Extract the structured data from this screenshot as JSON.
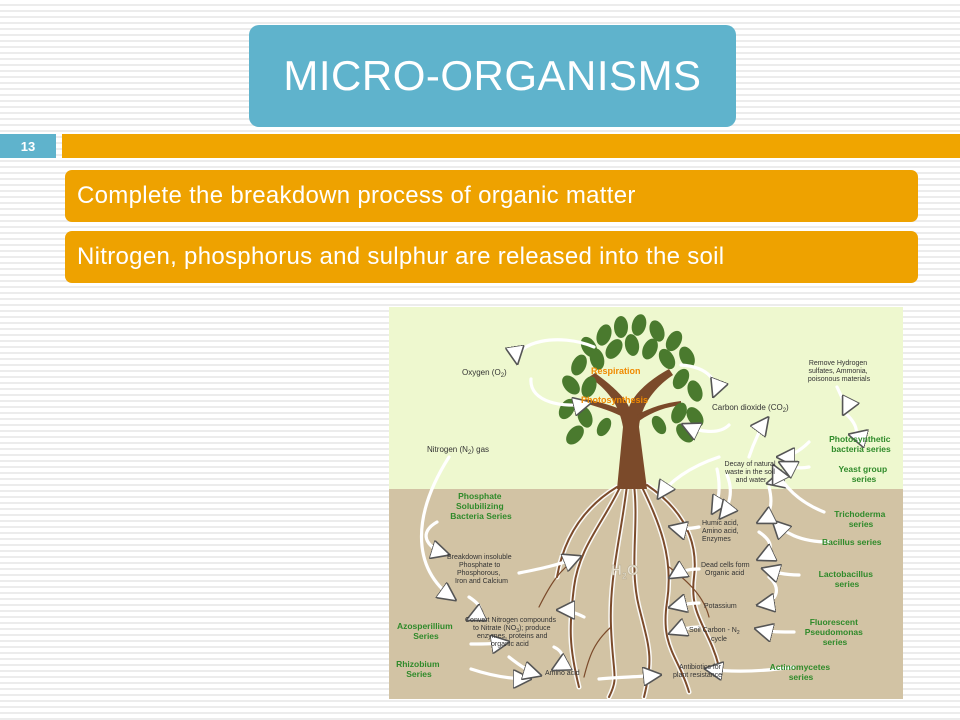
{
  "slide": {
    "title": "MICRO-ORGANISMS",
    "number": "13",
    "bullets": [
      "Complete the breakdown process of organic matter",
      "Nitrogen, phosphorus and sulphur are released into the soil"
    ]
  },
  "colors": {
    "title_bg": "#5fb3cc",
    "accent": "#f0a500",
    "sky": "#eef8cf",
    "soil": "#d2c3a4",
    "trunk": "#7b4a2a",
    "leaf": "#4a7a2e",
    "label_green": "#2f8a2a",
    "label_orange": "#f08a00"
  },
  "diagram": {
    "respiration": "Respiration",
    "photosynthesis": "Photosynthesis",
    "oxygen": [
      "Oxygen (O",
      "2",
      ")"
    ],
    "carbon_dioxide": [
      "Carbon dioxide (CO",
      "2",
      ")"
    ],
    "remove_h": [
      "Remove Hydrogen",
      "sulfates, Ammonia,",
      "poisonous materials"
    ],
    "nitrogen_gas": [
      "Nitrogen (N",
      "2",
      ") gas"
    ],
    "photosynthetic": [
      "Photosynthetic",
      "bacteria series"
    ],
    "yeast": [
      "Yeast group",
      "series"
    ],
    "decay": [
      "Decay of natural",
      "waste in the soil",
      "and water"
    ],
    "phosphate_sol": [
      "Phosphate",
      "Solubilizing",
      "Bacteria Series"
    ],
    "trichoderma": [
      "Trichoderma",
      "series"
    ],
    "humic": [
      "Humic acid,",
      "Amino acid,",
      "Enzymes"
    ],
    "bacillus": "Bacillus series",
    "breakdown": [
      "Breakdown insoluble",
      "Phosphate to",
      "Phosphorous,",
      "Iron and Calcium"
    ],
    "h2o": [
      "H",
      "2",
      "O"
    ],
    "dead_cells": [
      "Dead cells form",
      "Organic acid"
    ],
    "lactobacillus": [
      "Lactobacillus",
      "series"
    ],
    "potassium": "Potassium",
    "convert": [
      "Convert Nitrogen compounds",
      "to Nitrate (NO",
      "3",
      "); produce",
      "enzymes, proteins and",
      "organic acid"
    ],
    "fluorescent": [
      "Fluorescent",
      "Pseudomonas",
      "series"
    ],
    "azosperillium": [
      "Azosperillium",
      "Series"
    ],
    "soil_carbon": [
      "Soil Carbon - N",
      "2",
      "cycle"
    ],
    "rhizobium": [
      "Rhizobium",
      "Series"
    ],
    "amino": "Amino acid",
    "antibiotics": [
      "Antibiotics for",
      "plant resistance"
    ],
    "actinomycetes": [
      "Actinomycetes",
      "series"
    ]
  }
}
